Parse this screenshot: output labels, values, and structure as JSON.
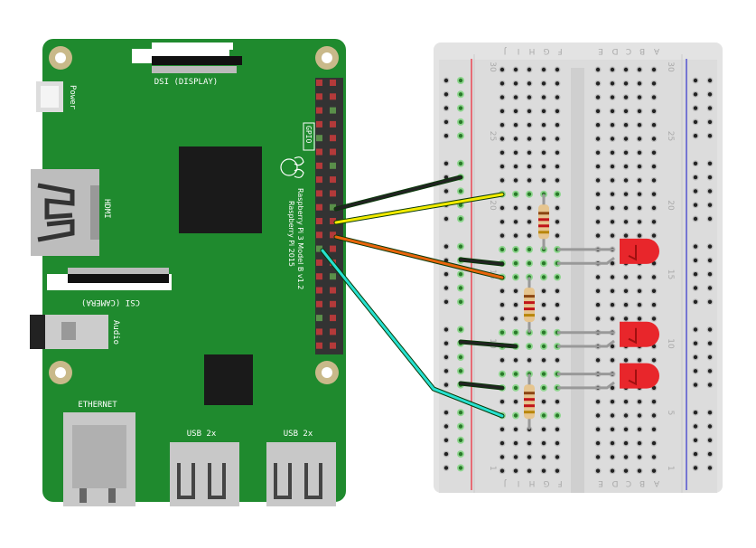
{
  "raspberry_pi": {
    "board_color": "#1f8a2e",
    "dsi_label": "DSI (DISPLAY)",
    "power_label": "Power",
    "hdmi_label": "HDMI",
    "csi_label": "CSI (CAMERA)",
    "audio_label": "Audio",
    "ethernet_label": "ETHERNET",
    "usb_label_1": "USB 2x",
    "usb_label_2": "USB 2x",
    "gpio_label": "GPIO",
    "model_label": "Raspberry Pi 3 Model B v1.2",
    "copyright_label": "Raspberry Pi 2015"
  },
  "breadboard": {
    "columns_left": [
      "J",
      "I",
      "H",
      "G",
      "F"
    ],
    "columns_right": [
      "E",
      "D",
      "C",
      "B",
      "A"
    ],
    "row_numbers": [
      "30",
      "25",
      "20",
      "15",
      "10",
      "5",
      "1"
    ]
  },
  "wires": [
    {
      "color": "#222222",
      "name": "black"
    },
    {
      "color": "#f2ea00",
      "name": "yellow"
    },
    {
      "color": "#e8640c",
      "name": "orange"
    },
    {
      "color": "#27e0d0",
      "name": "cyan"
    }
  ],
  "components": {
    "led_color": "#e8262b",
    "led_count": 3,
    "resistor_count": 3
  }
}
